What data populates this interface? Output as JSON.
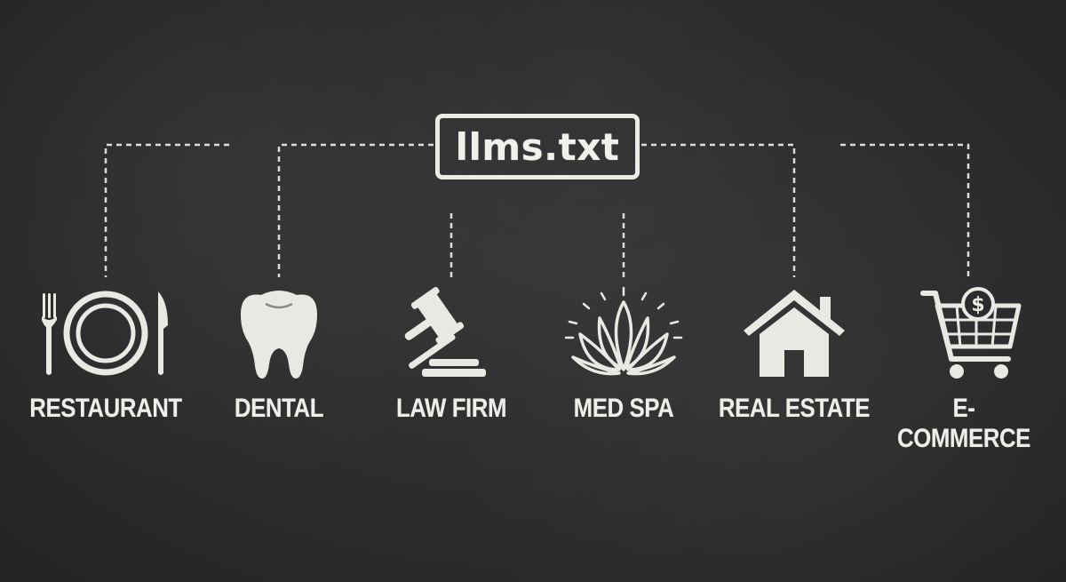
{
  "root": {
    "label": "llms.txt"
  },
  "nodes": [
    {
      "label": "RESTAURANT",
      "icon": "plate-fork-knife-icon"
    },
    {
      "label": "DENTAL",
      "icon": "tooth-icon"
    },
    {
      "label": "LAW FIRM",
      "icon": "gavel-icon"
    },
    {
      "label": "MED SPA",
      "icon": "lotus-icon"
    },
    {
      "label": "REAL ESTATE",
      "icon": "house-icon"
    },
    {
      "label": "E-COMMERCE",
      "icon": "shopping-cart-dollar-icon"
    }
  ],
  "colors": {
    "board": "#2c2c2d",
    "chalk": "#e9e8e3"
  }
}
